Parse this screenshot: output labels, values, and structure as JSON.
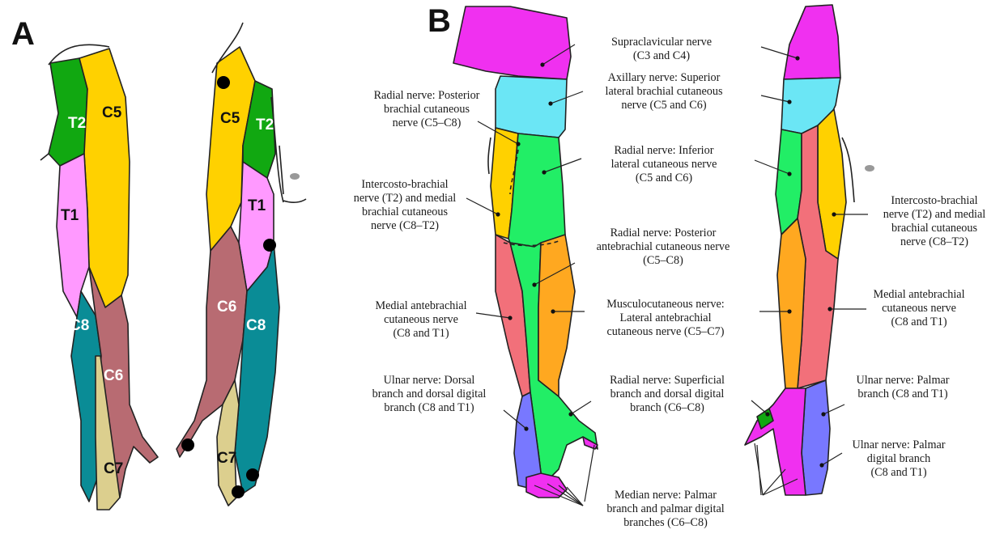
{
  "panels": {
    "a": "A",
    "b": "B"
  },
  "dermatomes": {
    "front": {
      "t2": "T2",
      "c5": "C5",
      "t1": "T1",
      "c8": "C8",
      "c6": "C6",
      "c7": "C7"
    },
    "back": {
      "c5": "C5",
      "t2": "T2",
      "t1": "T1",
      "c6": "C6",
      "c8": "C8",
      "c7": "C7"
    }
  },
  "nerve_labels": {
    "supraclavicular": "Supraclavicular nerve\n(C3 and C4)",
    "axillary": "Axillary nerve: Superior\nlateral brachial cutaneous\nnerve (C5 and C6)",
    "radial_post_brachial": "Radial nerve: Posterior\nbrachial cutaneous\nnerve (C5–C8)",
    "radial_inf_lateral": "Radial nerve: Inferior\nlateral cutaneous nerve\n(C5 and C6)",
    "intercosto_left": "Intercosto-brachial\nnerve (T2) and medial\nbrachial cutaneous\nnerve (C8–T2)",
    "intercosto_right": "Intercosto-brachial\nnerve (T2) and medial\nbrachial cutaneous\nnerve (C8–T2)",
    "radial_post_antebrachial": "Radial nerve: Posterior\nantebrachial cutaneous nerve\n(C5–C8)",
    "medial_antebrachial_left": "Medial antebrachial\ncutaneous nerve\n(C8 and T1)",
    "musculocutaneous": "Musculocutaneous nerve:\nLateral antebrachial\ncutaneous nerve (C5–C7)",
    "medial_antebrachial_right": "Medial antebrachial\ncutaneous nerve\n(C8 and T1)",
    "ulnar_dorsal": "Ulnar nerve: Dorsal\nbranch and dorsal digital\nbranch (C8 and T1)",
    "radial_superficial": "Radial nerve: Superficial\nbranch and dorsal digital\nbranch       (C6–C8)",
    "ulnar_palmar": "Ulnar nerve: Palmar\nbranch (C8 and T1)",
    "ulnar_palmar_digital": "Ulnar nerve: Palmar\ndigital branch\n(C8 and T1)",
    "median": "Median nerve: Palmar\nbranch and palmar digital\nbranches (C6–C8)"
  },
  "colors": {
    "yellow": "#FFD100",
    "green": "#11A811",
    "pink": "#FF99FF",
    "mauve": "#B86B72",
    "teal": "#0A8C96",
    "tan": "#DCCF8E",
    "magenta": "#F030F0",
    "cyan": "#6BE6F5",
    "bright_green": "#22EE66",
    "salmon": "#F2707A",
    "orange": "#FFA820",
    "periwinkle": "#7878FF"
  }
}
